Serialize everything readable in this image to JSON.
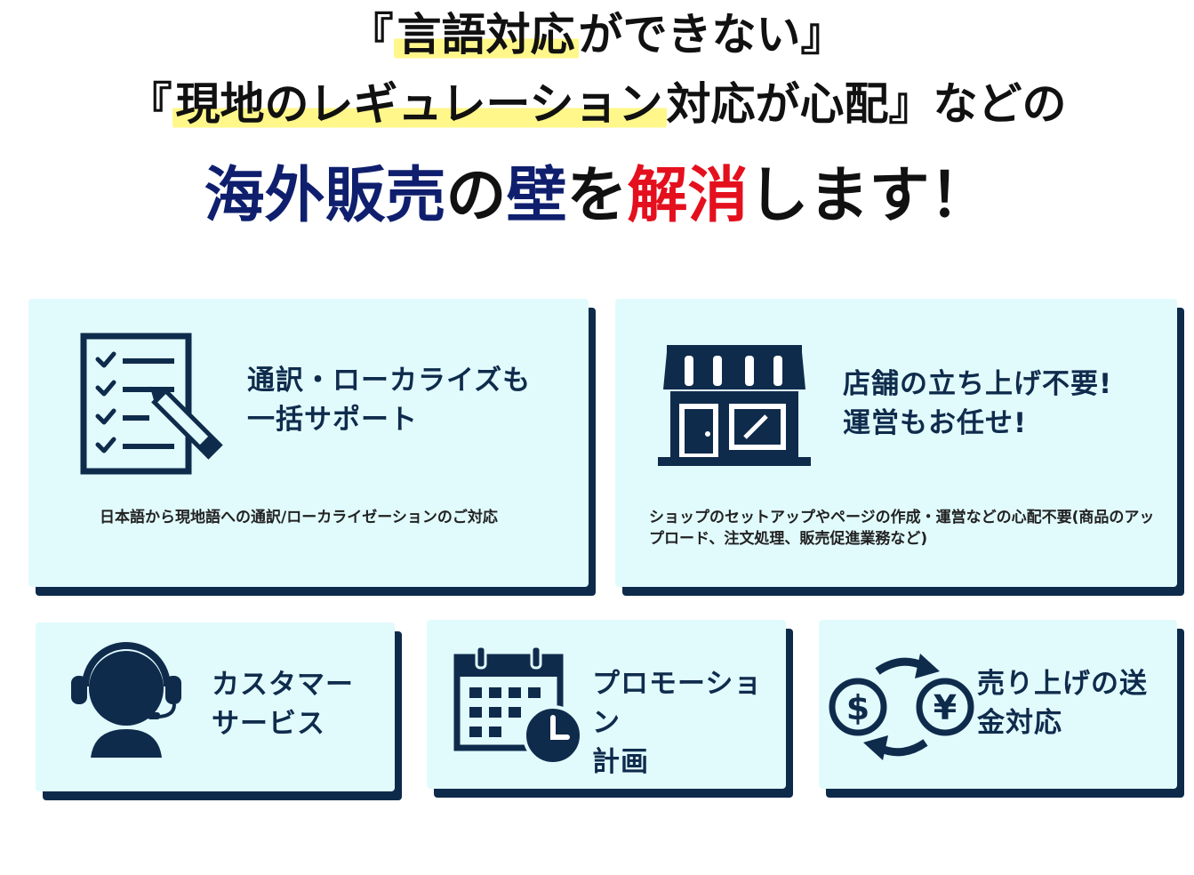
{
  "headline": {
    "line1": {
      "open": "『",
      "highlight": "言語対応",
      "rest": "ができない』"
    },
    "line2": {
      "open": "『",
      "highlight": "現地のレギュレーション",
      "rest": "対応が心配』などの"
    },
    "line3": {
      "part1": "海外販売",
      "part2": "の",
      "part3": "壁",
      "part4": "を",
      "part5": "解消",
      "part6": "します！"
    }
  },
  "cards": [
    {
      "icon": "checklist-pencil-icon",
      "title": "通訳・ローカライズも\n一括サポート",
      "description": "日本語から現地語への通訳/ローカライゼーションのご対応"
    },
    {
      "icon": "storefront-icon",
      "title": "店舗の立ち上げ不要!\n運営もお任せ!",
      "description": "ショップのセットアップやページの作成・運営などの心配不要(商品のアップロード、注文処理、販売促進業務など)"
    },
    {
      "icon": "headset-operator-icon",
      "title": "カスタマー\nサービス"
    },
    {
      "icon": "calendar-clock-icon",
      "title": "プロモーション\n計画"
    },
    {
      "icon": "currency-exchange-icon",
      "title": "売り上げの送\n金対応"
    }
  ],
  "colors": {
    "navy": "#0f1f6e",
    "red": "#e4101e",
    "highlight": "#fff78a",
    "card_bg": "#e1fbfd",
    "card_shadow": "#0e2a4b",
    "icon": "#0f2b4c"
  }
}
